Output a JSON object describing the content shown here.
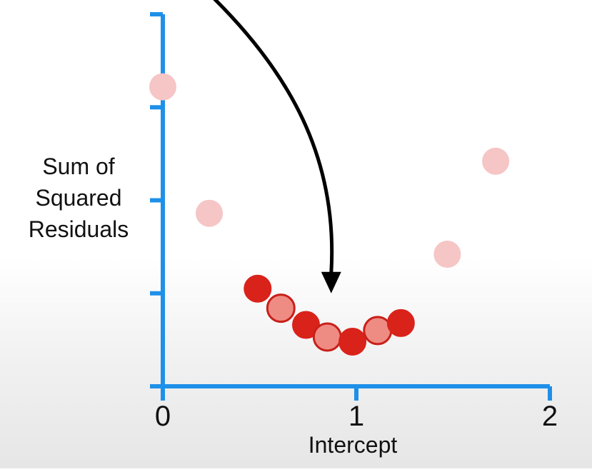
{
  "chart_data": {
    "type": "scatter",
    "xlabel": "Intercept",
    "ylabel": [
      "Sum of",
      "Squared",
      "Residuals"
    ],
    "x_ticks": [
      "0",
      "1",
      "2"
    ],
    "xlim": [
      0,
      2
    ],
    "ylim": [
      0,
      4
    ],
    "y_tick_values": [
      1,
      2,
      3
    ],
    "grid": false,
    "series": [
      {
        "role": "faded",
        "color": "#f6c5c5",
        "points": [
          {
            "x": 0.0,
            "y": 3.22
          },
          {
            "x": 0.24,
            "y": 1.86
          },
          {
            "x": 1.47,
            "y": 1.42
          },
          {
            "x": 1.72,
            "y": 2.42
          }
        ]
      },
      {
        "role": "highlight",
        "points": [
          {
            "x": 0.49,
            "y": 1.05,
            "style": "solid"
          },
          {
            "x": 0.61,
            "y": 0.84,
            "style": "light"
          },
          {
            "x": 0.74,
            "y": 0.66,
            "style": "solid"
          },
          {
            "x": 0.85,
            "y": 0.53,
            "style": "light"
          },
          {
            "x": 0.98,
            "y": 0.48,
            "style": "solid"
          },
          {
            "x": 1.11,
            "y": 0.6,
            "style": "light"
          },
          {
            "x": 1.23,
            "y": 0.68,
            "style": "solid"
          }
        ]
      }
    ],
    "annotation": {
      "type": "arrow",
      "to": {
        "x": 0.87,
        "y": 1.0
      }
    },
    "colors": {
      "axis": "#1e90e8",
      "solid_fill": "#d9221a",
      "light_fill": "#ee8c84",
      "light_stroke": "#c8201a",
      "arrow": "#000000",
      "text": "#111111"
    }
  }
}
